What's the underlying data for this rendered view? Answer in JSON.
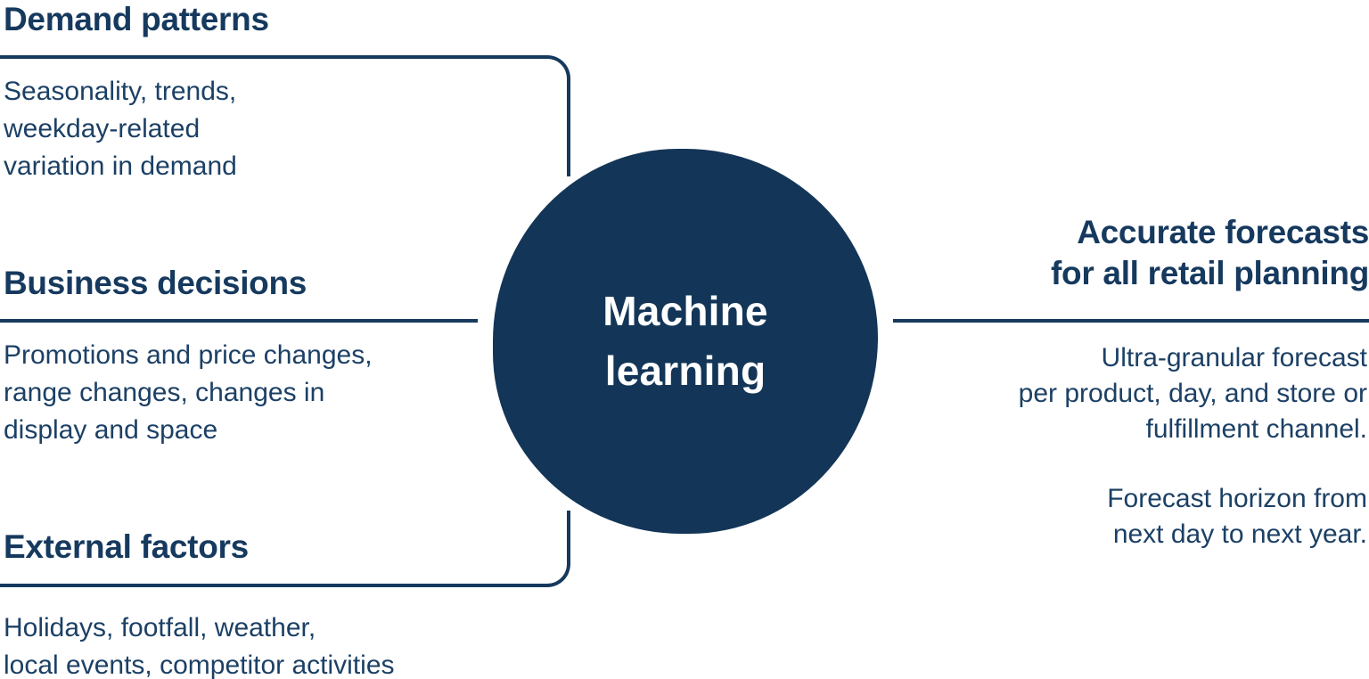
{
  "diagram": {
    "title_semantic": "machine-learning-forecasting-diagram",
    "center": {
      "label": "Machine\nlearning"
    },
    "inputs": [
      {
        "heading": "Demand patterns",
        "description": "Seasonality, trends,\nweekday-related\nvariation in demand"
      },
      {
        "heading": "Business decisions",
        "description": "Promotions and price changes,\nrange changes, changes in\ndisplay and space"
      },
      {
        "heading": "External factors",
        "description": "Holidays, footfall, weather,\nlocal events, competitor activities"
      }
    ],
    "output": {
      "heading": "Accurate forecasts\nfor all retail planning",
      "paragraphs": [
        "Ultra-granular forecast\nper product, day, and store or\nfulfillment channel.",
        "Forecast horizon from\nnext day to next year."
      ]
    },
    "colors": {
      "navy_heading": "#16395E",
      "navy_body": "#1C4065",
      "circle_fill": "#133557",
      "text_on_circle": "#FFFFFF",
      "background": "#FFFFFF"
    }
  }
}
